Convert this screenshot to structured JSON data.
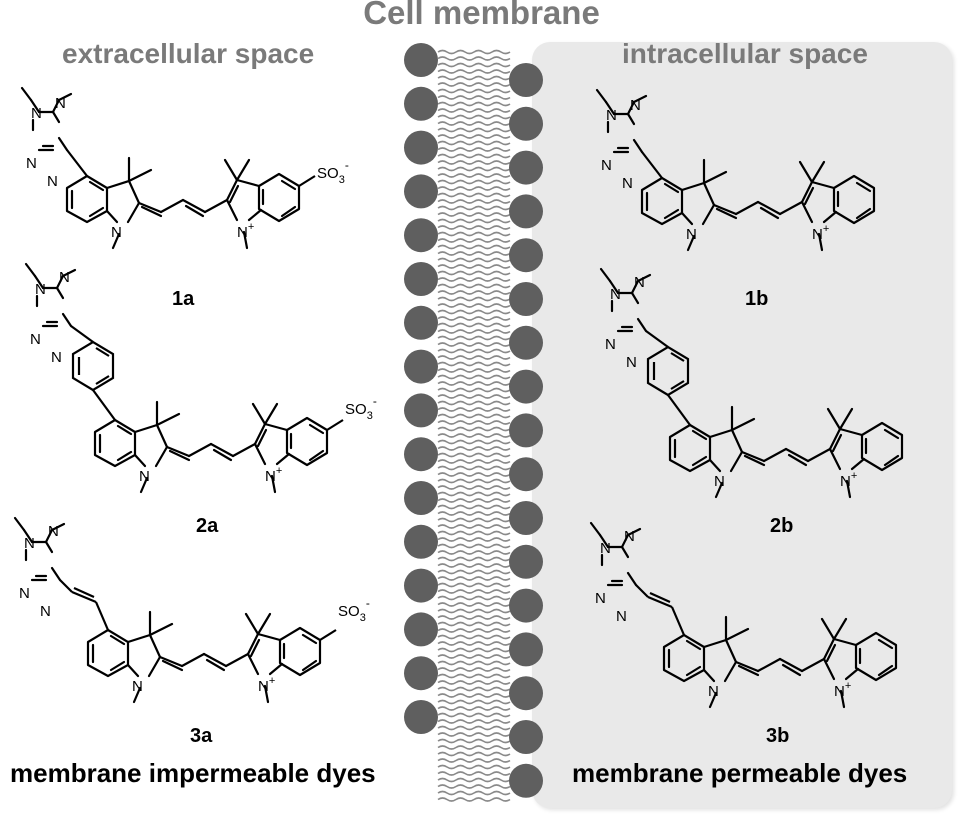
{
  "title": "Cell membrane",
  "left_region": "extracellular space",
  "right_region": "intracellular space",
  "left_footer": "membrane impermeable dyes",
  "right_footer": "membrane permeable dyes",
  "compounds": {
    "c1a": "1a",
    "c2a": "2a",
    "c3a": "3a",
    "c1b": "1b",
    "c2b": "2b",
    "c3b": "3b"
  },
  "atom_labels": {
    "N": "N",
    "N_plus": "N",
    "plus": "+",
    "SO3": "SO",
    "sub3": "3",
    "minus": "-"
  },
  "colors": {
    "title_gray": "#7a7a7a",
    "panel": "#e9e9e9",
    "lipid_head": "#5f5f5f",
    "lipid_tail": "#8a8a8a"
  }
}
